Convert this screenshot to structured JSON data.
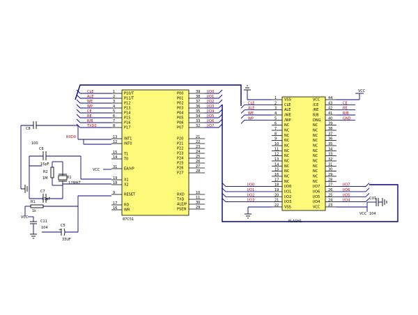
{
  "u1": {
    "name": "87C51",
    "left_pins": [
      {
        "num": "1",
        "name": "P10/T"
      },
      {
        "num": "2",
        "name": "P11/T"
      },
      {
        "num": "3",
        "name": "P12"
      },
      {
        "num": "4",
        "name": "P13"
      },
      {
        "num": "5",
        "name": "P14"
      },
      {
        "num": "6",
        "name": "P15"
      },
      {
        "num": "7",
        "name": "P16"
      },
      {
        "num": "8",
        "name": "P17"
      },
      {
        "num": "13",
        "name": "INT1"
      },
      {
        "num": "12",
        "name": "INT0"
      },
      {
        "num": "15",
        "name": "T1"
      },
      {
        "num": "14",
        "name": "T0"
      },
      {
        "num": "31",
        "name": "EA/VP"
      },
      {
        "num": "19",
        "name": "X1"
      },
      {
        "num": "18",
        "name": "X2"
      },
      {
        "num": "9",
        "name": "RESET"
      },
      {
        "num": "17",
        "name": "RD"
      },
      {
        "num": "16",
        "name": "WR"
      }
    ],
    "right_pins": [
      {
        "num": "39",
        "name": "P00"
      },
      {
        "num": "38",
        "name": "P01"
      },
      {
        "num": "37",
        "name": "P02"
      },
      {
        "num": "36",
        "name": "P03"
      },
      {
        "num": "35",
        "name": "P04"
      },
      {
        "num": "34",
        "name": "P05"
      },
      {
        "num": "33",
        "name": "P06"
      },
      {
        "num": "32",
        "name": "P07"
      },
      {
        "num": "21",
        "name": "P20"
      },
      {
        "num": "22",
        "name": "P21"
      },
      {
        "num": "23",
        "name": "P22"
      },
      {
        "num": "24",
        "name": "P23"
      },
      {
        "num": "25",
        "name": "P24"
      },
      {
        "num": "26",
        "name": "P25"
      },
      {
        "num": "27",
        "name": "P26"
      },
      {
        "num": "28",
        "name": "P27"
      },
      {
        "num": "10",
        "name": "RXD"
      },
      {
        "num": "11",
        "name": "TXD"
      },
      {
        "num": "30",
        "name": "ALE/P"
      },
      {
        "num": "29",
        "name": "PSEN"
      }
    ],
    "left_nets": [
      "CLE",
      "ALE",
      "WE",
      "WP",
      "CE",
      "RE",
      "R/B",
      "TXD0"
    ],
    "right_nets": [
      "I/O0",
      "I/O1",
      "I/O2",
      "I/O3",
      "I/O4",
      "I/O5",
      "I/O6",
      "I/O7"
    ],
    "int_net": "RXD0",
    "ea_net": "VCC"
  },
  "u2": {
    "name": "FLASH1",
    "left_pins": [
      {
        "num": "1",
        "name": "VSS"
      },
      {
        "num": "2",
        "name": "CLE"
      },
      {
        "num": "3",
        "name": "ALE"
      },
      {
        "num": "4",
        "name": "/WE"
      },
      {
        "num": "5",
        "name": "/WP"
      },
      {
        "num": "6",
        "name": "NC"
      },
      {
        "num": "7",
        "name": "NC"
      },
      {
        "num": "8",
        "name": "NC"
      },
      {
        "num": "9",
        "name": "NC"
      },
      {
        "num": "10",
        "name": "NC"
      },
      {
        "num": "11",
        "name": "NC"
      },
      {
        "num": "12",
        "name": "NC"
      },
      {
        "num": "13",
        "name": "NC"
      },
      {
        "num": "14",
        "name": "NC"
      },
      {
        "num": "15",
        "name": "NC"
      },
      {
        "num": "16",
        "name": "NC"
      },
      {
        "num": "17",
        "name": "NC"
      },
      {
        "num": "18",
        "name": "I/O0"
      },
      {
        "num": "19",
        "name": "I/O1"
      },
      {
        "num": "20",
        "name": "I/O2"
      },
      {
        "num": "21",
        "name": "I/O3"
      },
      {
        "num": "22",
        "name": "VSS"
      }
    ],
    "right_pins": [
      {
        "num": "44",
        "name": "VCC"
      },
      {
        "num": "43",
        "name": "/CE"
      },
      {
        "num": "42",
        "name": "/RE"
      },
      {
        "num": "41",
        "name": "R/B"
      },
      {
        "num": "40",
        "name": "DNG"
      },
      {
        "num": "39",
        "name": "NC"
      },
      {
        "num": "38",
        "name": "NC"
      },
      {
        "num": "37",
        "name": "NC"
      },
      {
        "num": "36",
        "name": "NC"
      },
      {
        "num": "35",
        "name": "NC"
      },
      {
        "num": "34",
        "name": "NC"
      },
      {
        "num": "33",
        "name": "NC"
      },
      {
        "num": "32",
        "name": "NC"
      },
      {
        "num": "31",
        "name": "NC"
      },
      {
        "num": "30",
        "name": "NC"
      },
      {
        "num": "29",
        "name": "NC"
      },
      {
        "num": "28",
        "name": "NC"
      },
      {
        "num": "27",
        "name": "I/O7"
      },
      {
        "num": "26",
        "name": "I/O6"
      },
      {
        "num": "25",
        "name": "I/O5"
      },
      {
        "num": "24",
        "name": "I/O4"
      },
      {
        "num": "23",
        "name": "VCC"
      }
    ],
    "left_nets_top": [
      "CLE",
      "ALE",
      "WE",
      "WP"
    ],
    "left_nets_io": [
      "I/O0",
      "I/O1",
      "I/O2",
      "I/O3"
    ],
    "right_nets_top": [
      "CE",
      "RE",
      "R/B",
      "GND"
    ],
    "right_nets_io": [
      "I/O7",
      "I/O6",
      "I/O5",
      "I/O4"
    ],
    "vcc_label": "VCC",
    "vcc_bottom_label": "VCC",
    "cap_name": "CU1",
    "cap_value": "104"
  },
  "passives": {
    "c8_name": "C8",
    "c8_value": "100",
    "c6_name": "C6",
    "c6_value": "15pF",
    "c7_name": "C7",
    "c7_value": "15pF",
    "r2_name": "R2",
    "r2_value": "1M",
    "x1_name": "X1",
    "x1_value": "12MHZ",
    "r1_name": "R1",
    "r1_value": "1k",
    "c11_name": "C11",
    "c11_value": "104",
    "c5_name": "C5",
    "c5_value": "33UF",
    "vcc_label": "VCC"
  }
}
